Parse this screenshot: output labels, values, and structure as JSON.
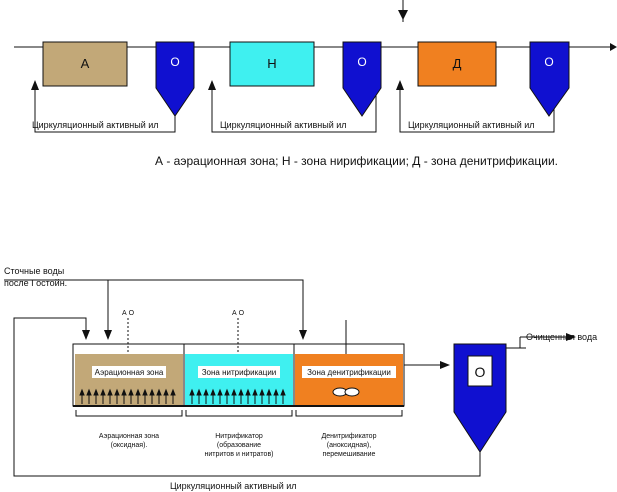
{
  "top": {
    "blocks": [
      {
        "letter": "А",
        "color": "#c2a878"
      },
      {
        "letter": "Н",
        "color": "#3ff0f0"
      },
      {
        "letter": "Д",
        "color": "#f08020"
      }
    ],
    "settler": {
      "letter": "О",
      "color": "#1010d0"
    },
    "recycle_label": "Циркуляционный активный ил",
    "legend": "А - аэрационная зона; Н - зона нирификации; Д - зона денитрификации."
  },
  "bottom": {
    "inlet": {
      "line1": "Сточные воды",
      "line2": "после I остойн."
    },
    "outlet": "Очищенная вода",
    "settler_letter": "О",
    "recycle_label": "Циркуляционный активный ил",
    "zones": [
      {
        "name": "Аэрационная зона",
        "color": "#c2a878",
        "air_label": "А О",
        "caption": [
          "Аэрационная зона",
          "(оксидная)."
        ]
      },
      {
        "name": "Зона нитрификации",
        "color": "#3ff0f0",
        "air_label": "А О",
        "caption": [
          "Нитрификатор",
          "(образование",
          "нитритов и нитратов)"
        ]
      },
      {
        "name": "Зона денитрификации",
        "color": "#f08020",
        "air_label": "",
        "caption": [
          "Денитрификатор",
          "(аноксидная),",
          "перемешивание"
        ]
      }
    ]
  }
}
